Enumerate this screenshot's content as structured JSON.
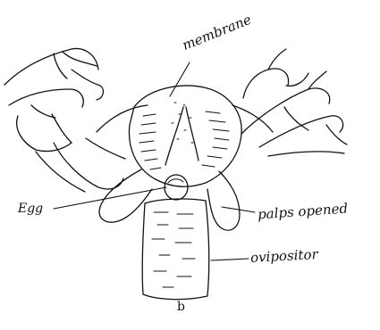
{
  "labels": {
    "membrane": "membrane",
    "egg": "Egg",
    "palps": "palps opened",
    "ovipositor": "ovipositor",
    "figure": "b"
  },
  "colors": {
    "ink": "#111111",
    "paper": "#ffffff"
  }
}
